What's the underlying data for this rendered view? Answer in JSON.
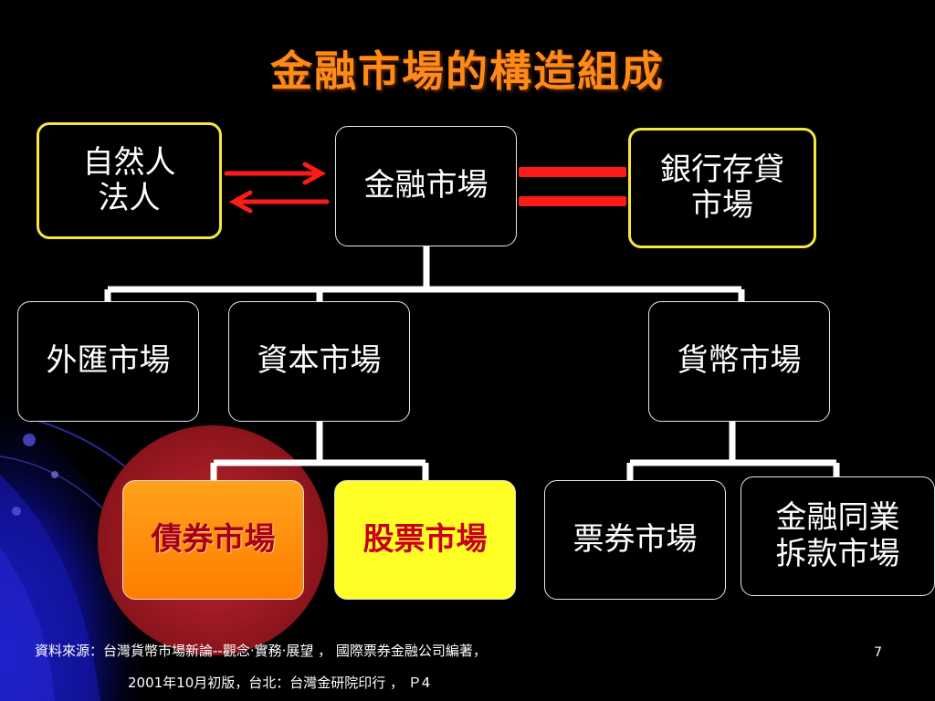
{
  "title": "金融市場的構造組成",
  "nodes": {
    "participants": [
      "自然人",
      "法人"
    ],
    "financial_market": "金融市場",
    "bank_market": [
      "銀行存貸",
      "市場"
    ],
    "forex": "外匯市場",
    "capital": "資本市場",
    "money": "貨幣市場",
    "bond": "債券市場",
    "stock": "股票市場",
    "bills": "票券市場",
    "interbank": [
      "金融同業",
      "拆款市場"
    ]
  },
  "source": {
    "line1": "資料來源：台灣貨幣市場新論--觀念‧實務‧展望 ， 國際票券金融公司編著，",
    "line2": "2001年10月初版，台北：台灣金研院印行 ， Ｐ4"
  },
  "page_number": "7",
  "colors": {
    "title": "#ff8a17",
    "arrow": "#ff1a1a",
    "connector": "#ffffff",
    "highlight_circle": "#a81c24",
    "bond_fill": "#ff8c0a",
    "stock_fill": "#ffff26",
    "yellow_border": "#f5e73c"
  }
}
